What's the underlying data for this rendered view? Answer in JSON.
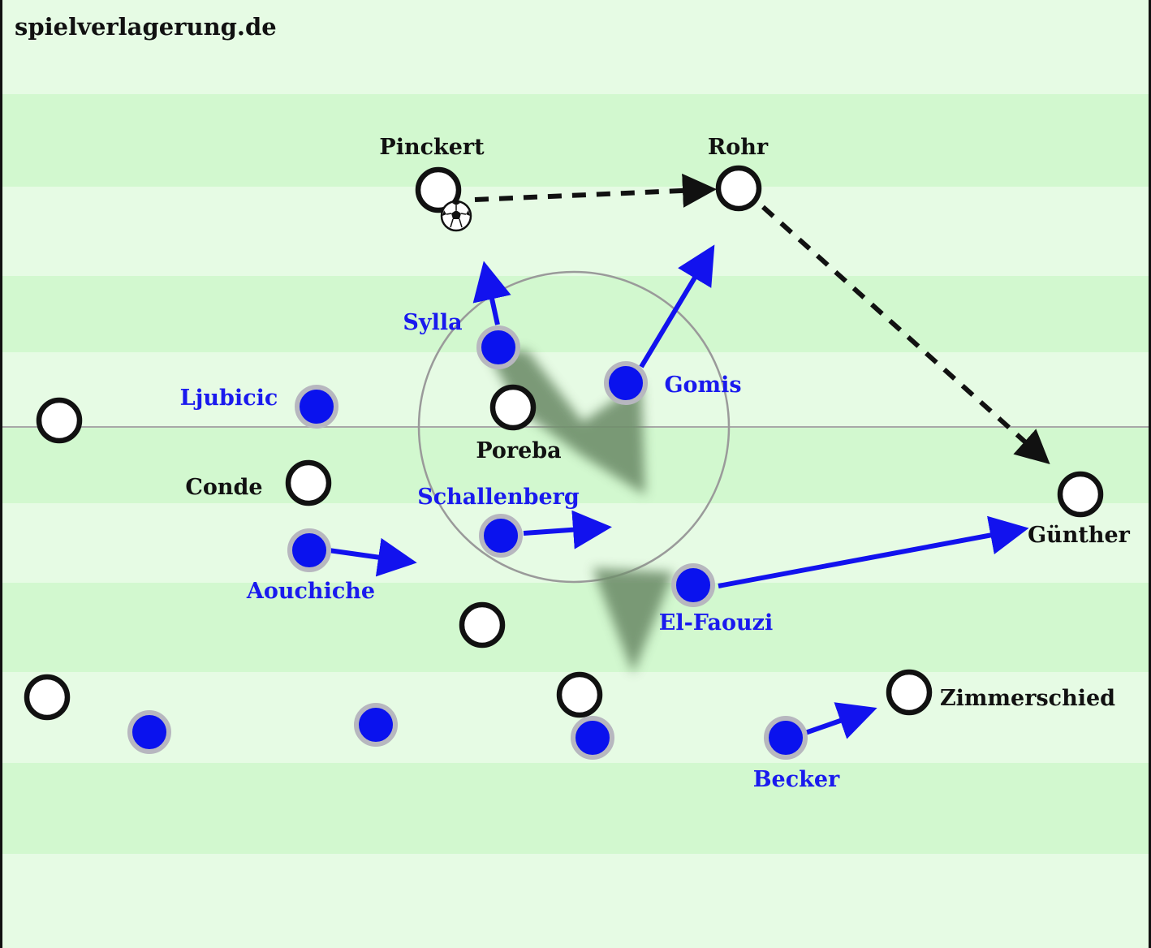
{
  "site": {
    "watermark": "spielverlagerung.de"
  },
  "colors": {
    "stripe_light": "#e6fbe4",
    "stripe_dark": "#d2f8cf",
    "border": "#111111",
    "blue_player": "#0a12ee",
    "blue_ring": "#b7b7bf",
    "blue_text": "#1a1aee",
    "white_player": "#ffffff",
    "arrow_blue": "#1212ee",
    "shadow": "#6f8f6c",
    "pressing_circle": "#9a9a9a"
  },
  "labels": {
    "pinckert": "Pinckert",
    "rohr": "Rohr",
    "sylla": "Sylla",
    "gomis": "Gomis",
    "ljubicic": "Ljubicic",
    "poreba": "Poreba",
    "conde": "Conde",
    "schallenberg": "Schallenberg",
    "guenther": "Günther",
    "aouchiche": "Aouchiche",
    "el_faouzi": "El-Faouzi",
    "zimmerschied": "Zimmerschied",
    "becker": "Becker"
  },
  "teams": {
    "white": [
      "Pinckert",
      "Rohr",
      "Poreba",
      "Conde",
      "Günther",
      "Zimmerschied"
    ],
    "blue": [
      "Sylla",
      "Gomis",
      "Ljubicic",
      "Schallenberg",
      "Aouchiche",
      "El-Faouzi",
      "Becker"
    ]
  },
  "ball": {
    "holder": "Pinckert",
    "icon": "football-icon"
  },
  "passes": [
    {
      "from": "Pinckert",
      "to": "Rohr"
    },
    {
      "from": "Rohr",
      "to": "Günther"
    }
  ]
}
